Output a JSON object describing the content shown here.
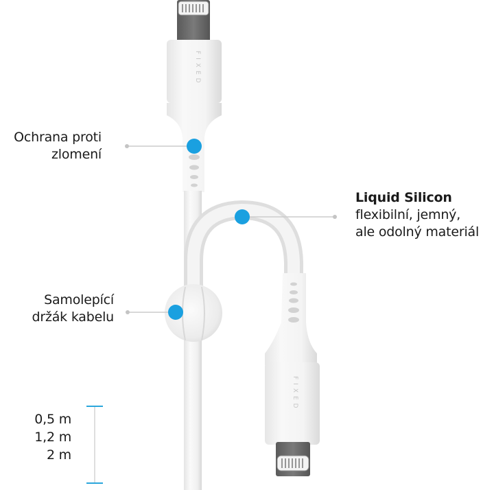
{
  "colors": {
    "accent_blue": "#1aa0e0",
    "leader_line": "#c8c8c8",
    "cable_white": "#f2f2f2",
    "cable_shade": "#dcdcdc",
    "connector_gray": "#6a6a6a",
    "text": "#1a1a1a"
  },
  "callouts": {
    "strain_relief": {
      "line1": "Ochrana proti",
      "line2": "zlomení"
    },
    "liquid_silicon": {
      "title": "Liquid Silicon",
      "line1": "flexibilní, jemný,",
      "line2": "ale odolný materiál"
    },
    "cable_holder": {
      "line1": "Samolepící",
      "line2": "držák kabelu"
    }
  },
  "lengths": {
    "options": [
      "0,5 m",
      "1,2 m",
      "2 m"
    ]
  },
  "brand": {
    "connector_text": "FIXED"
  },
  "icons": {
    "connector_top": "lightning-connector",
    "connector_bottom": "lightning-connector",
    "callout_marker": "blue-dot"
  }
}
